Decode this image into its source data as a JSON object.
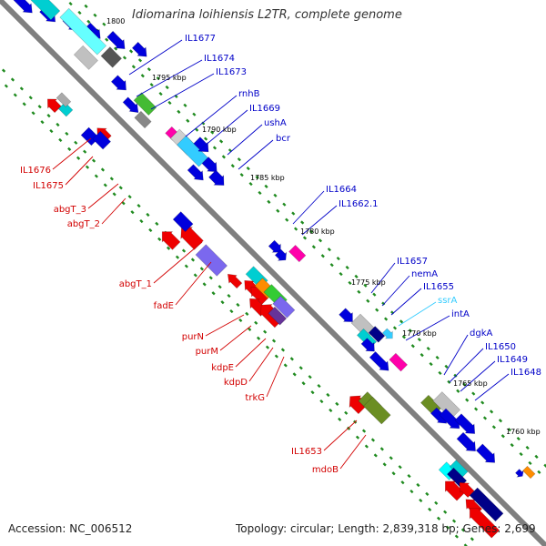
{
  "title": "Idiomarina loihiensis L2TR, complete genome",
  "footer": {
    "accession": "Accession: NC_006512",
    "topology": "Topology: circular; Length: 2,839,318 bp; Genes: 2,699"
  },
  "colors": {
    "backbone": "#7f7f7f",
    "tick": "#1e8a1e",
    "label_plus": "#0000c8",
    "label_minus": "#d20000",
    "label_rna": "#33ccff"
  },
  "scale_labels": [
    "1800",
    "1795 kbp",
    "1790 kbp",
    "1785 kbp",
    "1780 kbp",
    "1775 kbp",
    "1770 kbp",
    "1765 kbp",
    "1760 kbp"
  ],
  "plus_labels": [
    "IL1677",
    "IL1674",
    "IL1673",
    "rnhB",
    "IL1669",
    "ushA",
    "bcr",
    "IL1664",
    "IL1662.1",
    "IL1657",
    "nemA",
    "IL1655",
    "ssrA",
    "intA",
    "dgkA",
    "IL1650",
    "IL1649",
    "IL1648"
  ],
  "minus_labels": [
    "IL1676",
    "IL1675",
    "abgT_3",
    "abgT_2",
    "abgT_1",
    "fadE",
    "purN",
    "purM",
    "kdpE",
    "kdpD",
    "trkG",
    "IL1653",
    "mdoB"
  ]
}
